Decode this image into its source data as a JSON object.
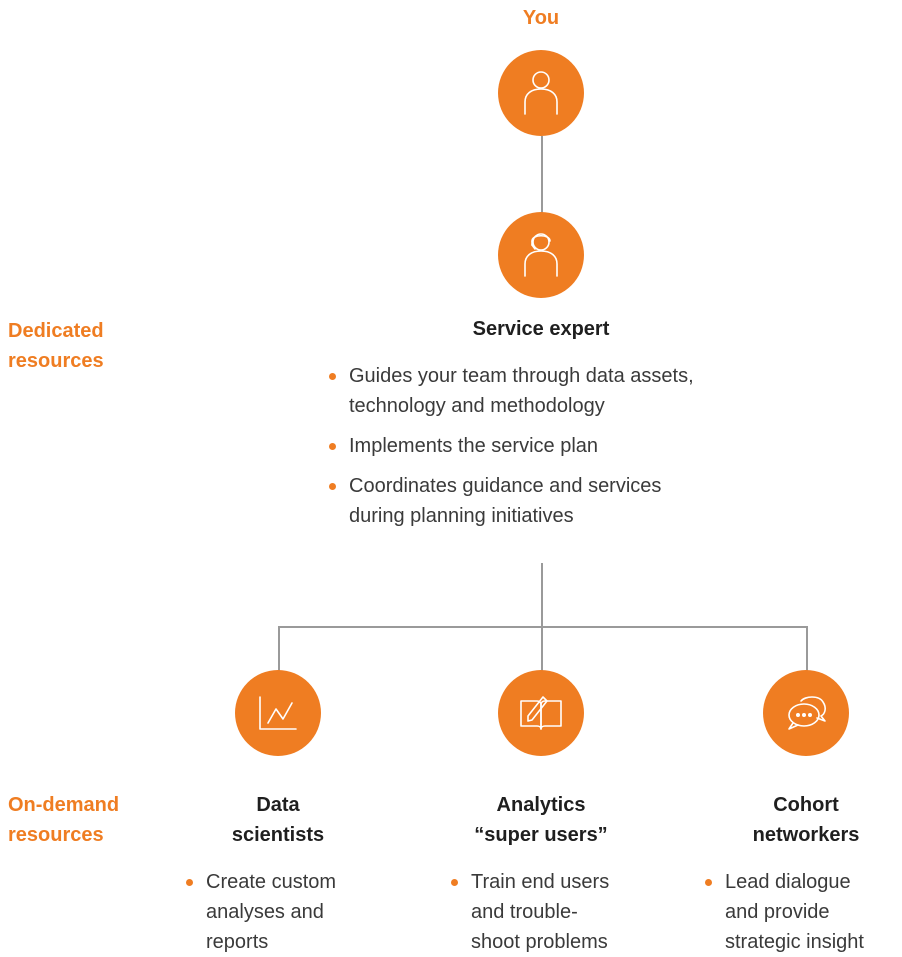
{
  "top": {
    "label": "You",
    "icon": "person-icon"
  },
  "dedicated": {
    "section_label": "Dedicated\nresources",
    "role": {
      "title": "Service expert",
      "icon": "headset-person-icon",
      "bullets": [
        "Guides your team through data assets,\ntechnology and methodology",
        "Implements the service plan",
        "Coordinates guidance and services\nduring planning initiatives"
      ]
    }
  },
  "on_demand": {
    "section_label": "On-demand\nresources",
    "roles": [
      {
        "title": "Data\nscientists",
        "icon": "line-chart-icon",
        "bullet": "Create custom\nanalyses and\nreports"
      },
      {
        "title": "Analytics\n“super users”",
        "icon": "book-pencil-icon",
        "bullet": "Train end users\nand trouble-\nshoot problems"
      },
      {
        "title": "Cohort\nnetworkers",
        "icon": "chat-bubbles-icon",
        "bullet": "Lead dialogue\nand provide\nstrategic insight"
      }
    ]
  },
  "colors": {
    "accent": "#ef7d22",
    "connector": "#9a9a9a",
    "text": "#3a3a3a"
  }
}
